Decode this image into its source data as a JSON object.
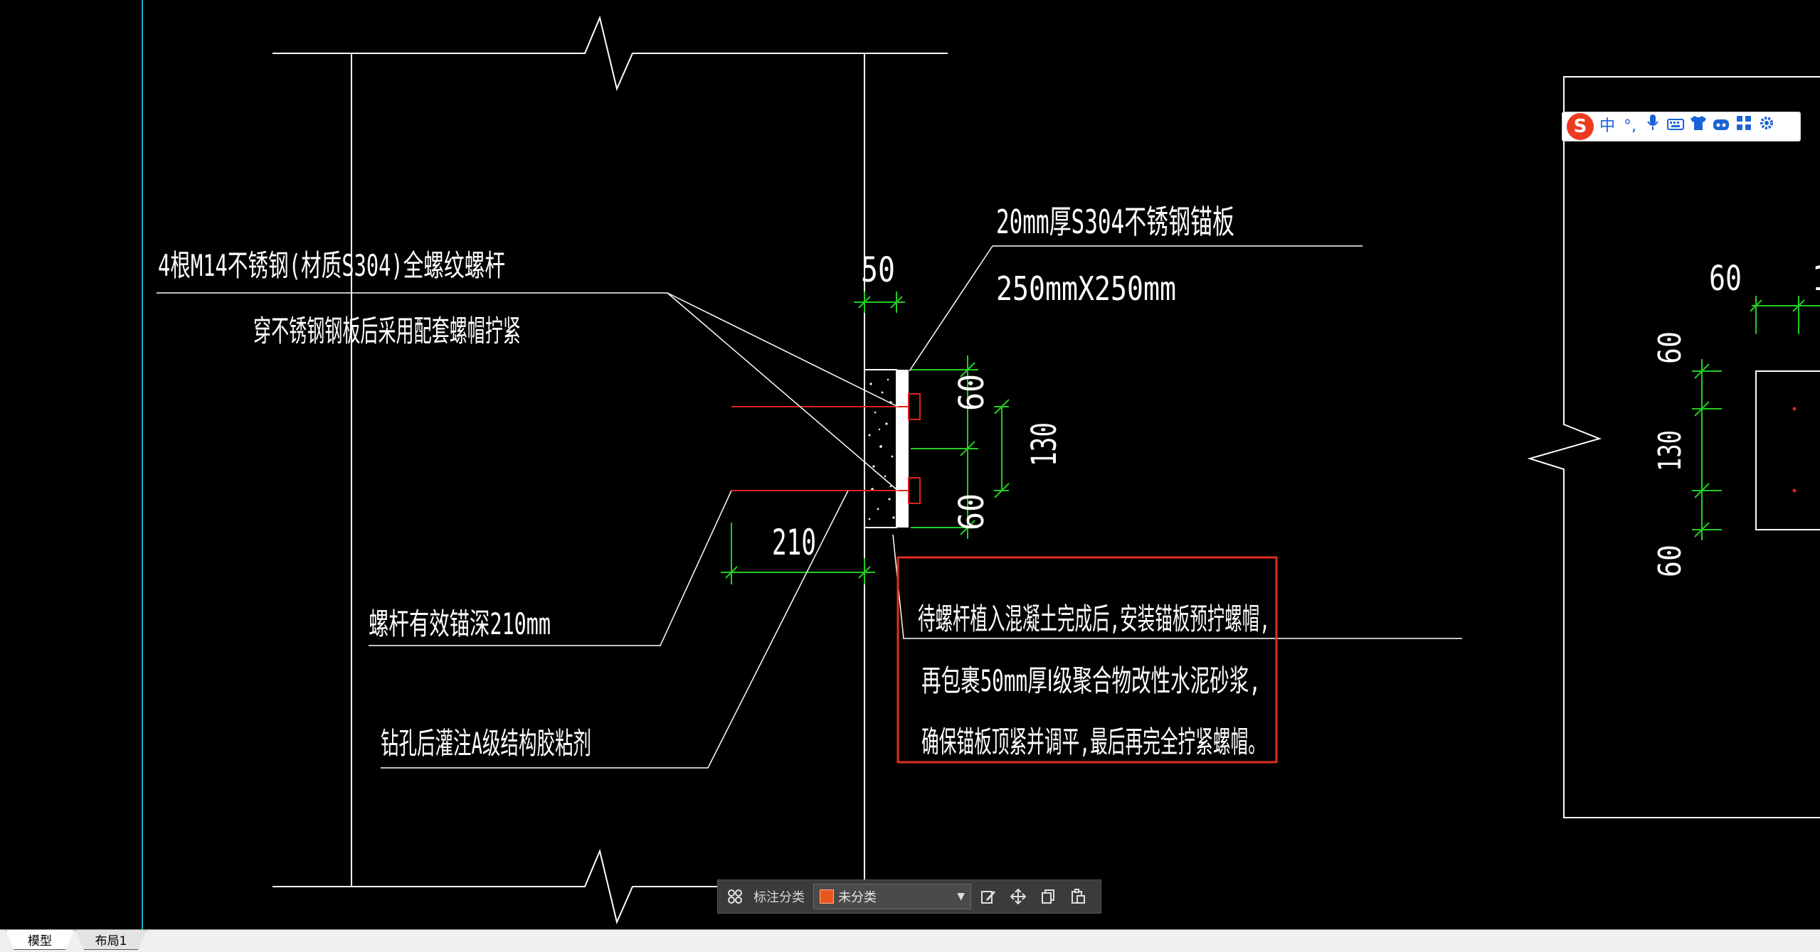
{
  "drawing": {
    "bolt_note_line1": "4根M14不锈钢(材质S304)全螺纹螺杆",
    "bolt_note_line2": "穿不锈钢钢板后采用配套螺帽拧紧",
    "plate_note_line1": "20mm厚S304不锈钢锚板",
    "plate_note_line2": "250mmX250mm",
    "anchor_depth_note": "螺杆有效锚深210mm",
    "glue_note": "钻孔后灌注A级结构胶粘剂",
    "boxed_note_line1": "待螺杆植入混凝土完成后,安装锚板预拧螺帽,",
    "boxed_note_line2": "再包裹50mm厚Ⅰ级聚合物改性水泥砂浆,",
    "boxed_note_line3": "确保锚板顶紧并调平,最后再完全拧紧螺帽。",
    "dim_50": "50",
    "dim_60_top": "60",
    "dim_130": "130",
    "dim_60_bottom": "60",
    "dim_210": "210",
    "right_dim_60_h": "60",
    "right_dim_1": "1",
    "right_dim_60_top": "60",
    "right_dim_130": "130",
    "right_dim_60_bottom": "60"
  },
  "colors": {
    "line": "#ffffff",
    "dimension": "#22cc22",
    "bolt": "#e0201c",
    "highlight_box": "#e0301c",
    "frame_cyan": "#19b0c8"
  },
  "ime_toolbar": {
    "logo": "S",
    "mode": "中",
    "punct": "°,",
    "items": [
      "microphone-icon",
      "keyboard-icon",
      "shirt-icon",
      "toolbox-icon",
      "grid-icon",
      "settings-icon"
    ]
  },
  "annotation_toolbar": {
    "label": "标注分类",
    "selected_category": "未分类",
    "category_color": "#e8581c"
  },
  "tabs": {
    "model": "模型",
    "layout1": "布局1"
  }
}
